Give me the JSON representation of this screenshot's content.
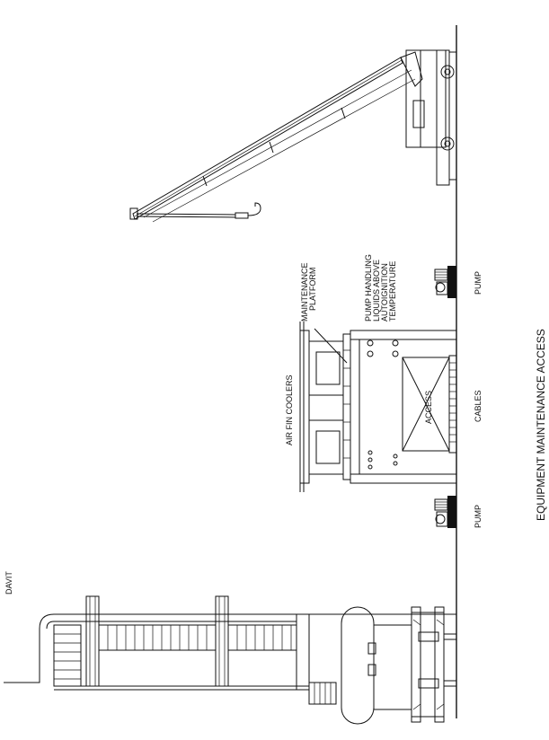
{
  "diagram": {
    "title": "EQUIPMENT MAINTENANCE ACCESS",
    "labels": {
      "davit": "DAVIT",
      "pump_left": "PUMP",
      "pump_right": "PUMP",
      "air_fin_coolers": "AIR FIN COOLERS",
      "maintenance_platform_l1": "MAINTENANCE",
      "maintenance_platform_l2": "PLATFORM",
      "access": "ACCESS",
      "cables": "CABLES",
      "note_l1": "PUMP HANDLING",
      "note_l2": "LIQUIDS ABOVE",
      "note_l3": "AUTOIGNITION",
      "note_l4": "TEMPERATURE"
    }
  }
}
